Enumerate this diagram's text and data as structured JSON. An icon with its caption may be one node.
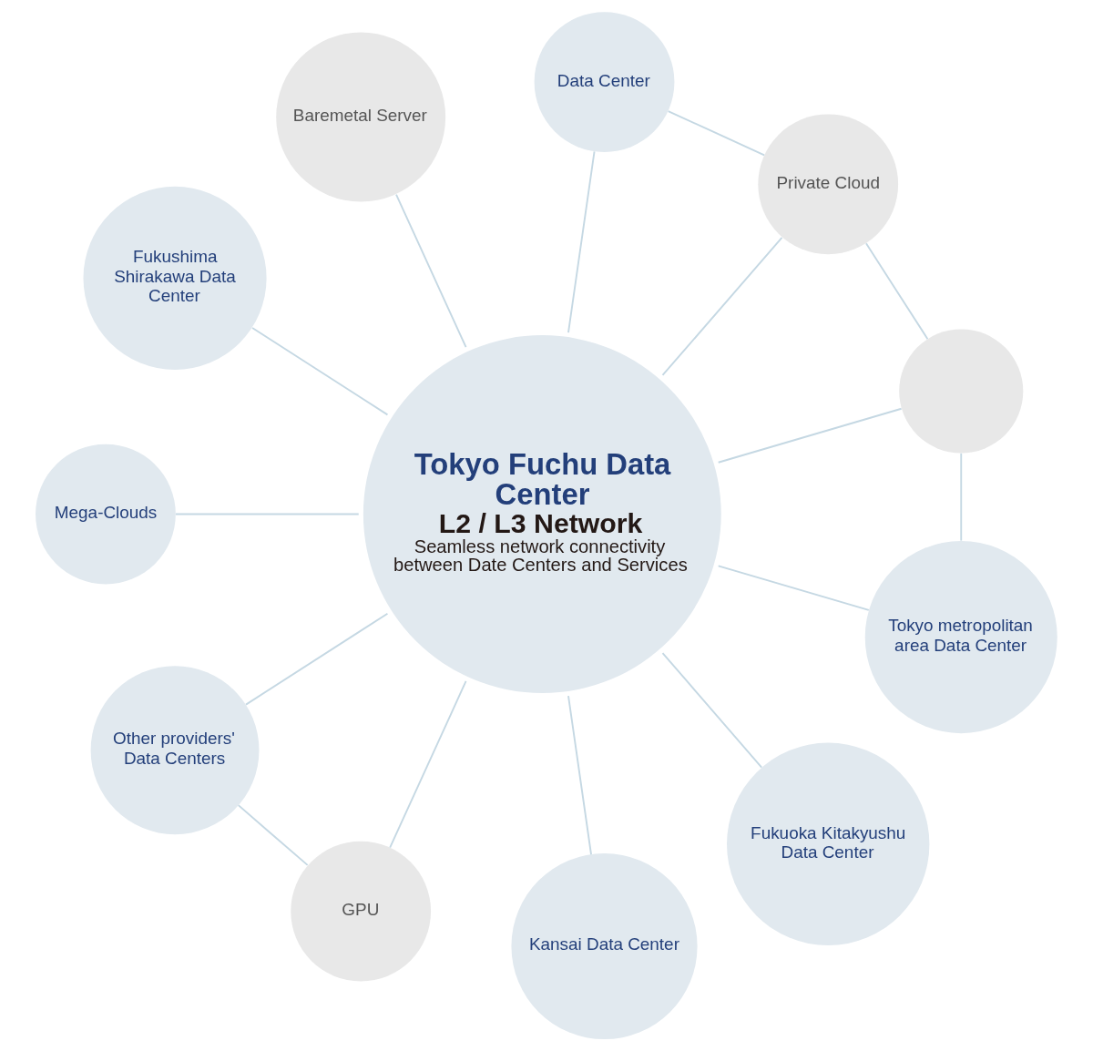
{
  "diagram": {
    "nodes": [
      {
        "text": [
          "Tokyo Fuchu Data Center",
          "L2 / L3 Network",
          "Seamless network connectivity between Date Centers and Services"
        ]
      },
      {
        "text": [],
        "shape": "circle"
      },
      {
        "text": [
          "Private Cloud"
        ]
      },
      {
        "text": [
          "Data Center"
        ]
      },
      {
        "text": [
          "Baremetal Server"
        ]
      },
      {
        "text": [
          "Fukushima Shirakawa Data Center"
        ]
      },
      {
        "text": [
          "Mega-Clouds"
        ]
      },
      {
        "text": [
          "Other providers' Data Centers"
        ]
      },
      {
        "text": [
          "GPU"
        ]
      },
      {
        "text": [
          "Kansai Data Center"
        ]
      },
      {
        "text": [
          "Fukuoka Kitakyushu Data Center"
        ]
      },
      {
        "text": [
          "Tokyo metropolitan area Data Center"
        ]
      }
    ],
    "edges": [
      {
        "from": 0,
        "to": 1,
        "arrow": "none"
      },
      {
        "from": 0,
        "to": 2,
        "arrow": "none"
      },
      {
        "from": 0,
        "to": 3,
        "arrow": "none"
      },
      {
        "from": 0,
        "to": 4,
        "arrow": "none"
      },
      {
        "from": 0,
        "to": 5,
        "arrow": "none"
      },
      {
        "from": 0,
        "to": 6,
        "arrow": "none"
      },
      {
        "from": 0,
        "to": 7,
        "arrow": "none"
      },
      {
        "from": 0,
        "to": 8,
        "arrow": "none"
      },
      {
        "from": 0,
        "to": 9,
        "arrow": "none"
      },
      {
        "from": 0,
        "to": 10,
        "arrow": "none"
      },
      {
        "from": 0,
        "to": 11,
        "arrow": "none"
      },
      {
        "from": 11,
        "to": 1,
        "arrow": "none"
      },
      {
        "from": 1,
        "to": 2,
        "arrow": "none"
      },
      {
        "from": 2,
        "to": 3,
        "arrow": "none"
      },
      {
        "from": 8,
        "to": 7,
        "arrow": "none"
      }
    ]
  }
}
